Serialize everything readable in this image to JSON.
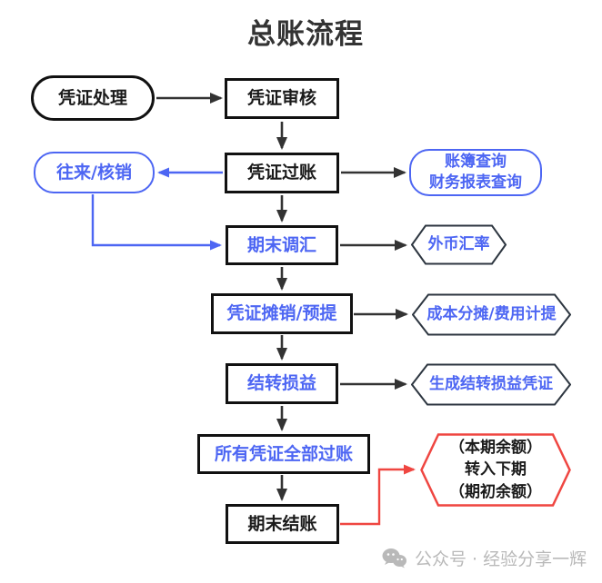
{
  "title": "总账流程",
  "colors": {
    "blue": "#4d66f3",
    "red": "#ef4641",
    "border_black": "#111111",
    "arrow": "#333333",
    "text_dark": "#1a1a1a",
    "watermark": "#b9b9b9"
  },
  "nodes": {
    "voucher_processing": {
      "label": "凭证处理"
    },
    "voucher_review": {
      "label": "凭证审核"
    },
    "voucher_posting": {
      "label": "凭证过账"
    },
    "transactions_writeoff": {
      "label": "往来/核销"
    },
    "ledger_query": {
      "lines": [
        "账簿查询",
        "财务报表查询"
      ]
    },
    "period_end_revaluation": {
      "label": "期末调汇"
    },
    "foreign_exchange_rate": {
      "label": "外币汇率"
    },
    "amortization_accrual": {
      "label": "凭证摊销/预提"
    },
    "cost_allocation": {
      "label": "成本分摊/费用计提"
    },
    "profit_loss_transfer": {
      "label": "结转损益"
    },
    "generate_pl_voucher": {
      "label": "生成结转损益凭证"
    },
    "all_vouchers_posted": {
      "label": "所有凭证全部过账"
    },
    "period_end_closing": {
      "label": "期末结账"
    },
    "balance_carryforward": {
      "lines": [
        "（本期余额）",
        "转入下期",
        "（期初余额）"
      ]
    }
  },
  "watermark": {
    "icon": "wechat-icon",
    "label": "公众号 · 经验分享一辉"
  }
}
